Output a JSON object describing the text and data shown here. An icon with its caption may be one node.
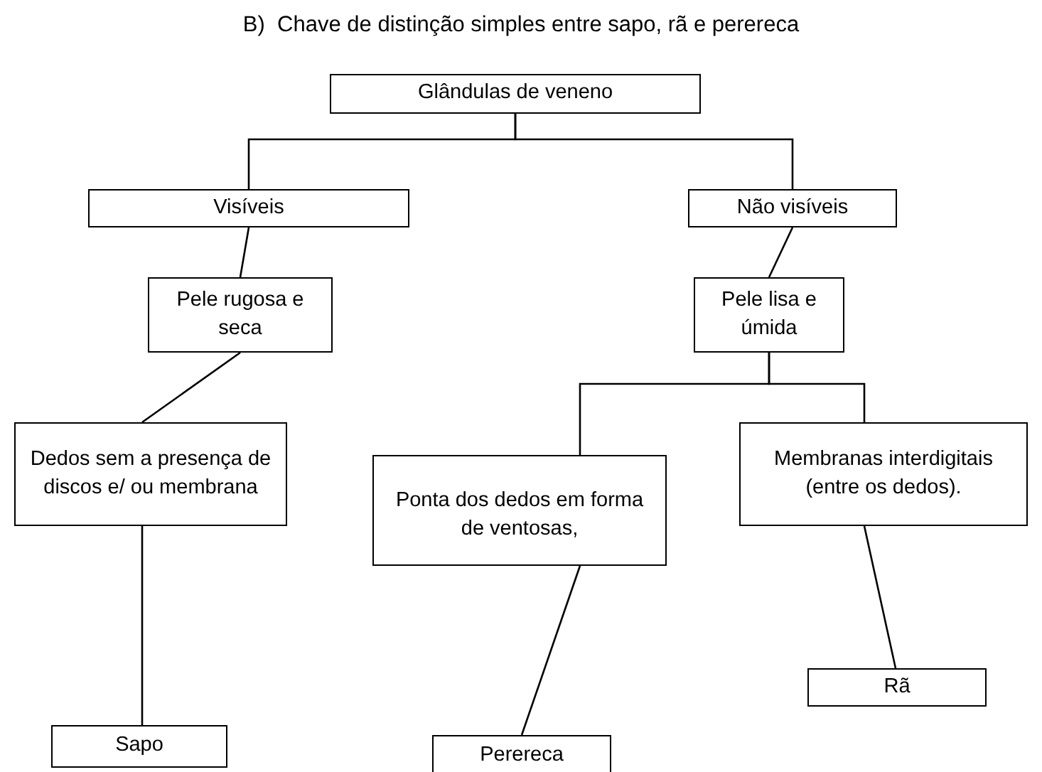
{
  "diagram": {
    "title": "B)  Chave de distinção simples entre sapo, rã e perereca",
    "nodes": [
      {
        "text": [
          "Glândulas de veneno"
        ]
      },
      {
        "text": [
          "Visíveis"
        ]
      },
      {
        "text": [
          "Não visíveis"
        ]
      },
      {
        "text": [
          "Pele rugosa e seca"
        ]
      },
      {
        "text": [
          "Pele lisa e úmida"
        ]
      },
      {
        "text": [
          "Dedos sem a presença de discos e/ ou membrana"
        ]
      },
      {
        "text": [
          "Ponta dos dedos em forma de ventosas,"
        ]
      },
      {
        "text": [
          "Membranas interdigitais (entre os dedos)."
        ]
      },
      {
        "text": [
          "Sapo"
        ]
      },
      {
        "text": [
          "Perereca"
        ]
      },
      {
        "text": [
          "Rã"
        ]
      }
    ],
    "edges": [
      {
        "from": 0,
        "to": 1,
        "arrow": "none"
      },
      {
        "from": 0,
        "to": 2,
        "arrow": "none"
      },
      {
        "from": 1,
        "to": 3,
        "arrow": "none"
      },
      {
        "from": 3,
        "to": 5,
        "arrow": "none"
      },
      {
        "from": 5,
        "to": 8,
        "arrow": "none"
      },
      {
        "from": 2,
        "to": 4,
        "arrow": "none"
      },
      {
        "from": 4,
        "to": 6,
        "arrow": "none"
      },
      {
        "from": 4,
        "to": 7,
        "arrow": "none"
      },
      {
        "from": 6,
        "to": 9,
        "arrow": "none"
      },
      {
        "from": 7,
        "to": 10,
        "arrow": "none"
      }
    ]
  }
}
